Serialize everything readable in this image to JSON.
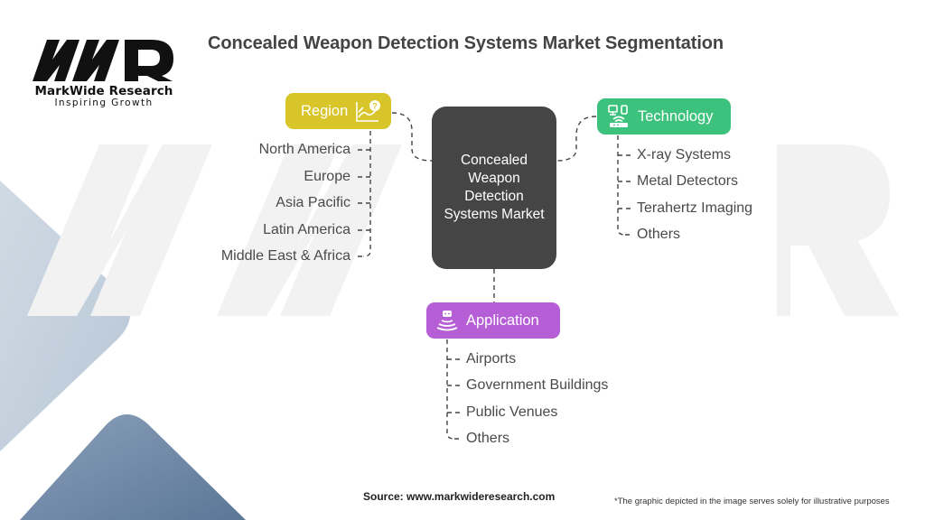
{
  "brand": {
    "logo_text": "MWR",
    "name": "MarkWide Research",
    "tagline": "Inspiring Growth"
  },
  "title": "Concealed Weapon Detection Systems Market Segmentation",
  "center": {
    "label": "Concealed Weapon Detection Systems Market"
  },
  "segments": {
    "region": {
      "label": "Region",
      "icon": "chart-question-icon",
      "color": "#d8c52a",
      "items": [
        "North America",
        "Europe",
        "Asia Pacific",
        "Latin America",
        "Middle East & Africa"
      ]
    },
    "technology": {
      "label": "Technology",
      "icon": "network-devices-icon",
      "color": "#3cc27c",
      "items": [
        "X-ray Systems",
        "Metal Detectors",
        "Terahertz Imaging",
        "Others"
      ]
    },
    "application": {
      "label": "Application",
      "icon": "signal-device-icon",
      "color": "#b55ed6",
      "items": [
        "Airports",
        "Government Buildings",
        "Public Venues",
        "Others"
      ]
    }
  },
  "footer": {
    "source": "Source: www.markwideresearch.com",
    "disclaimer": "*The graphic depicted in the image serves solely for illustrative purposes"
  },
  "colors": {
    "center_box": "#454545",
    "title_text": "#444444",
    "decor_light": "#c3d0dd",
    "decor_dark": "#6a84a3"
  }
}
